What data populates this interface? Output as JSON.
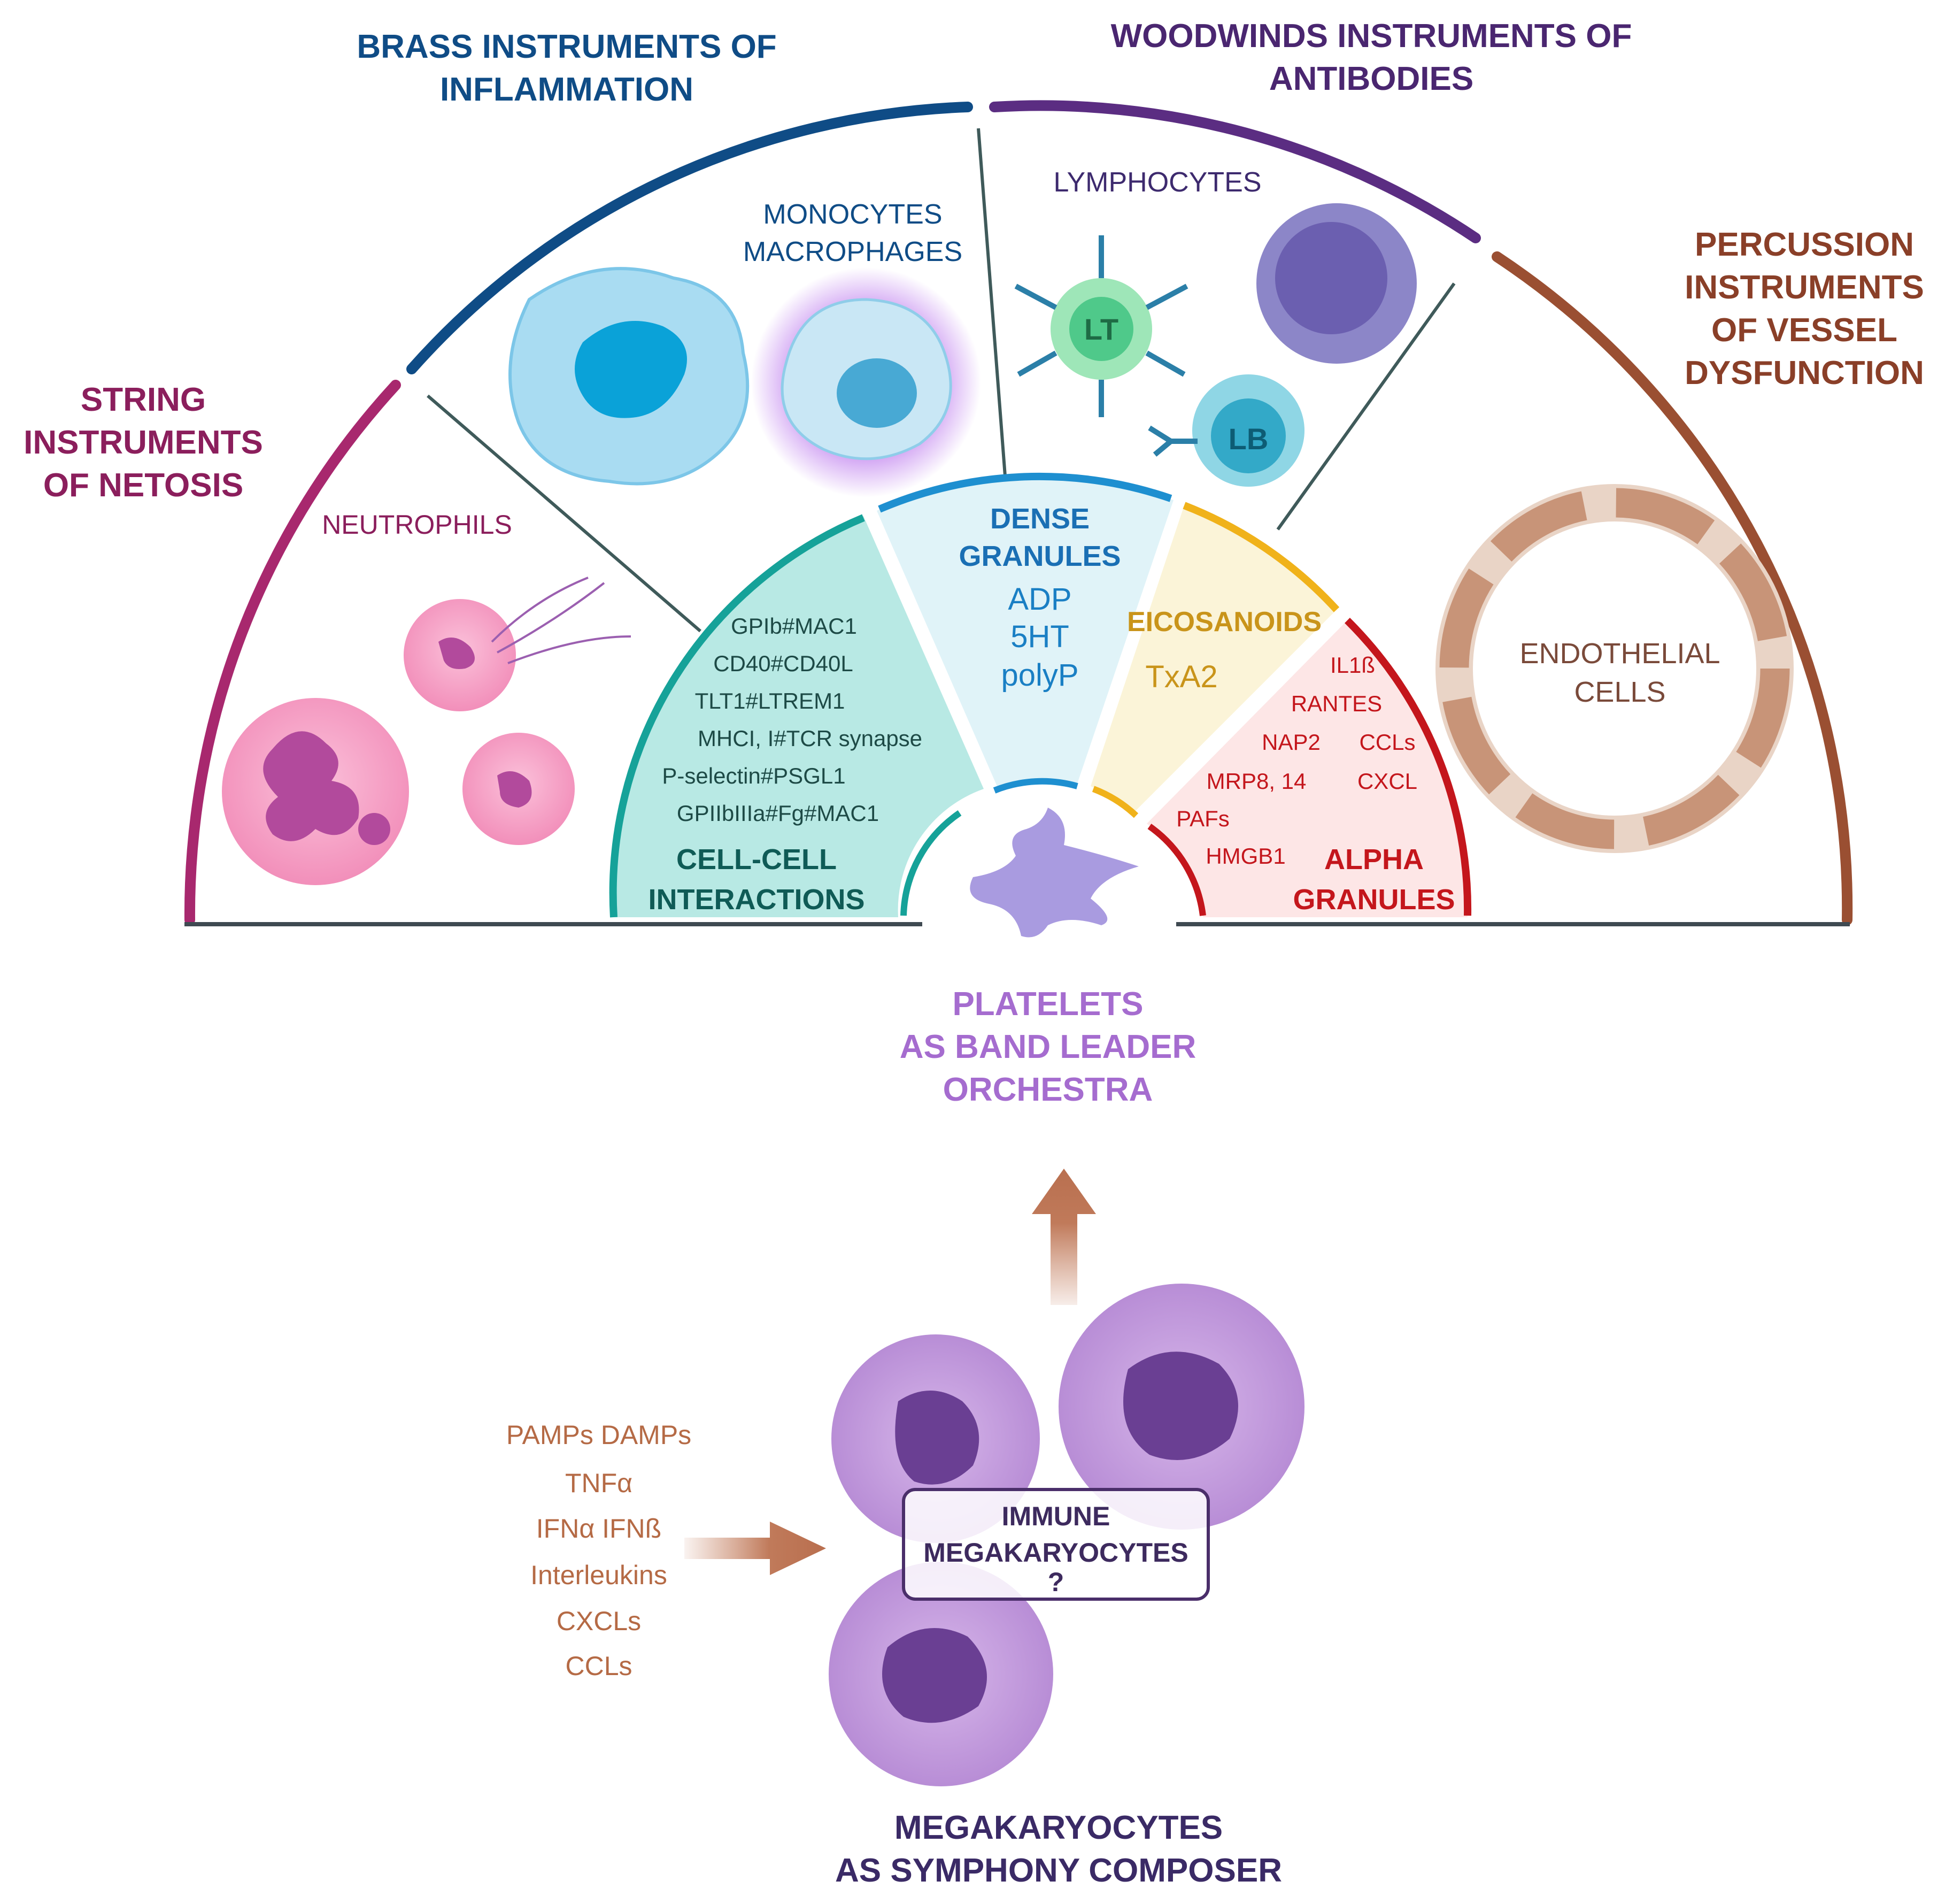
{
  "colors": {
    "string": "#a8286e",
    "brass": "#0f4c86",
    "woodwind": "#5b2d82",
    "percussion": "#9a4f32",
    "cellcell": "#0f6e66",
    "dense": "#1a7fc4",
    "eicosanoid": "#c9941a",
    "alpha": "#c4161c",
    "platelet": "#a56ccf",
    "mk": "#a878c8",
    "stimuli": "#b56a45",
    "dark": "#3d2a5e"
  },
  "headings": {
    "string": [
      "STRING",
      "INSTRUMENTS",
      "OF NETOSIS"
    ],
    "brass": [
      "BRASS INSTRUMENTS OF",
      "INFLAMMATION"
    ],
    "woodwind": [
      "WOODWINDS INSTRUMENTS OF",
      "ANTIBODIES"
    ],
    "percussion": [
      "PERCUSSION",
      "INSTRUMENTS",
      "OF VESSEL",
      "DYSFUNCTION"
    ]
  },
  "cells": {
    "neutrophils": "NEUTROPHILS",
    "monocytes": [
      "MONOCYTES",
      "MACROPHAGES"
    ],
    "lymphocytes": "LYMPHOCYTES",
    "lt": "LT",
    "lb": "LB",
    "endothelial": [
      "ENDOTHELIAL",
      "CELLS"
    ]
  },
  "cellcell": {
    "items": [
      "GPIb#MAC1",
      "CD40#CD40L",
      "TLT1#LTREM1",
      "MHCI, I#TCR synapse",
      "P-selectin#PSGL1",
      "GPIIbIIIa#Fg#MAC1"
    ],
    "title": [
      "CELL-CELL",
      "INTERACTIONS"
    ]
  },
  "dense": {
    "title": [
      "DENSE",
      "GRANULES"
    ],
    "items": [
      "ADP",
      "5HT",
      "polyP"
    ]
  },
  "eicosanoids": {
    "title": "EICOSANOIDS",
    "items": [
      "TxA2"
    ]
  },
  "alpha": {
    "items": [
      "IL1ß",
      "RANTES",
      "NAP2",
      "CCLs",
      "MRP8, 14",
      "CXCL",
      "PAFs",
      "HMGB1"
    ],
    "title": [
      "ALPHA",
      "GRANULES"
    ]
  },
  "platelets": [
    "PLATELETS",
    "AS BAND LEADER",
    "ORCHESTRA"
  ],
  "stimuli": [
    "PAMPs DAMPs",
    "TNFα",
    "IFNα IFNß",
    "Interleukins",
    "CXCLs",
    "CCLs"
  ],
  "immune_box": [
    "IMMUNE",
    "MEGAKARYOCYTES",
    "?"
  ],
  "megakaryocytes": [
    "MEGAKARYOCYTES",
    "AS SYMPHONY COMPOSER"
  ]
}
